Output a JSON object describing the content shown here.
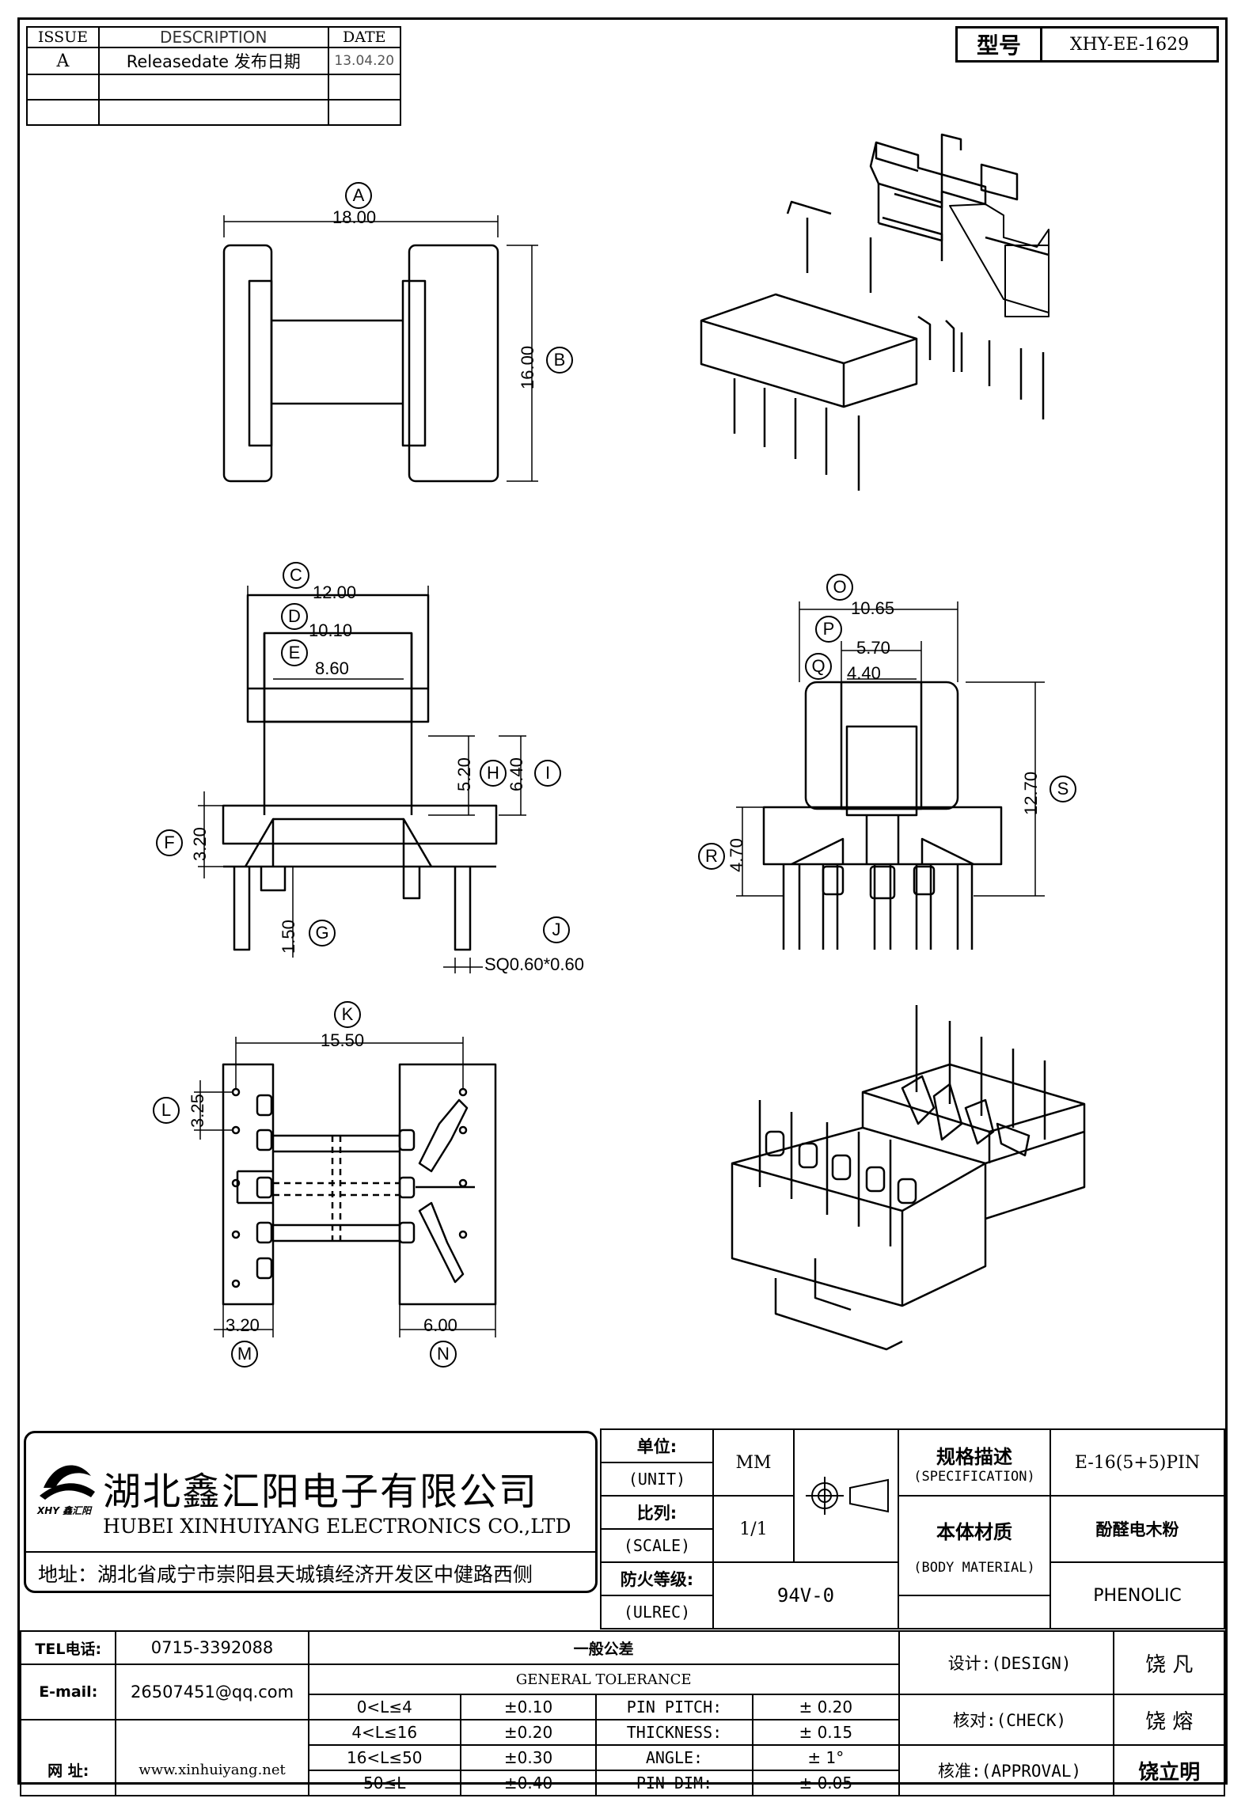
{
  "revision_table": {
    "headers": {
      "issue": "ISSUE",
      "description": "DESCRIPTION",
      "date": "DATE"
    },
    "rows": [
      {
        "issue": "A",
        "description": "Releasedate 发布日期",
        "date": "13.04.20"
      }
    ]
  },
  "model": {
    "label": "型号",
    "value": "XHY-EE-1629"
  },
  "dimensions": {
    "A": {
      "letter": "A",
      "value": "18.00"
    },
    "B": {
      "letter": "B",
      "value": "16.00"
    },
    "C": {
      "letter": "C",
      "value": "12.00"
    },
    "D": {
      "letter": "D",
      "value": "10.10"
    },
    "E": {
      "letter": "E",
      "value": "8.60"
    },
    "F": {
      "letter": "F",
      "value": "3.20"
    },
    "G": {
      "letter": "G",
      "value": "1.50"
    },
    "H": {
      "letter": "H",
      "value": "5.20"
    },
    "I": {
      "letter": "I",
      "value": "6.40"
    },
    "J": {
      "letter": "J",
      "value": "SQ0.60*0.60"
    },
    "K": {
      "letter": "K",
      "value": "15.50"
    },
    "L": {
      "letter": "L",
      "value": "3.25"
    },
    "M": {
      "letter": "M",
      "value": "3.20"
    },
    "N": {
      "letter": "N",
      "value": "6.00"
    },
    "O": {
      "letter": "O",
      "value": "10.65"
    },
    "P": {
      "letter": "P",
      "value": "5.70"
    },
    "Q": {
      "letter": "Q",
      "value": "4.40"
    },
    "R": {
      "letter": "R",
      "value": "4.70"
    },
    "S": {
      "letter": "S",
      "value": "12.70"
    }
  },
  "company": {
    "name_cn": "湖北鑫汇阳电子有限公司",
    "name_en": "HUBEI XINHUIYANG ELECTRONICS CO.,LTD",
    "address": "地址：湖北省咸宁市崇阳县天城镇经济开发区中健路西侧",
    "logo_text": "XHY 鑫汇阳"
  },
  "title_block": {
    "unit_label_cn": "单位:",
    "unit_label_en": "(UNIT)",
    "unit_value": "MM",
    "scale_label_cn": "比列:",
    "scale_label_en": "(SCALE)",
    "scale_value": "1/1",
    "fire_label_cn": "防火等级:",
    "fire_label_en": "(ULREC)",
    "fire_value": "94V-0",
    "spec_label_cn": "规格描述",
    "spec_label_en": "(SPECIFICATION)",
    "spec_value": "E-16(5+5)PIN",
    "material_label_cn": "本体材质",
    "material_label_en": "(BODY MATERIAL)",
    "material_value_cn": "酚醛电木粉",
    "material_value_en": "PHENOLIC"
  },
  "contact": {
    "tel_label": "TEL电话:",
    "tel_value": "0715-3392088",
    "email_label": "E-mail:",
    "email_value": "26507451@qq.com",
    "web_label": "网  址:",
    "web_value": "www.xinhuiyang.net"
  },
  "tolerance": {
    "title_cn": "一般公差",
    "title_en": "GENERAL TOLERANCE",
    "rows": [
      {
        "range": "0<L≤4",
        "tol": "±0.10",
        "item": "PIN PITCH:",
        "item_tol": "±  0.20"
      },
      {
        "range": "4<L≤16",
        "tol": "±0.20",
        "item": "THICKNESS:",
        "item_tol": "±  0.15"
      },
      {
        "range": "16<L≤50",
        "tol": "±0.30",
        "item": "ANGLE:",
        "item_tol": "±  1°"
      },
      {
        "range": "50≤L",
        "tol": "±0.40",
        "item": "PIN DIM:",
        "item_tol": "±  0.05"
      }
    ]
  },
  "approvals": {
    "design_label": "设计:(DESIGN)",
    "design_name": "饶  凡",
    "check_label": "核对:(CHECK)",
    "check_name": "饶  熔",
    "approval_label": "核准:(APPROVAL)",
    "approval_name": "饶立明"
  }
}
